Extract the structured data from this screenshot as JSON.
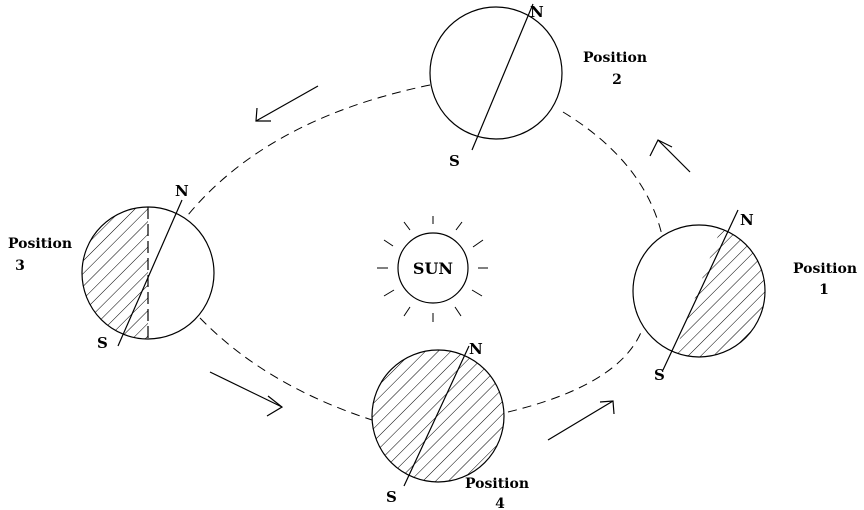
{
  "sun": {
    "label": "SUN"
  },
  "positions": [
    {
      "title": "Position",
      "number": "1",
      "north": "N",
      "south": "S",
      "shading": "right-half"
    },
    {
      "title": "Position",
      "number": "2",
      "north": "N",
      "south": "S",
      "shading": "none"
    },
    {
      "title": "Position",
      "number": "3",
      "north": "N",
      "south": "S",
      "shading": "left-half"
    },
    {
      "title": "Position",
      "number": "4",
      "north": "N",
      "south": "S",
      "shading": "full"
    }
  ],
  "colors": {
    "ink": "#000000",
    "background": "#ffffff"
  }
}
